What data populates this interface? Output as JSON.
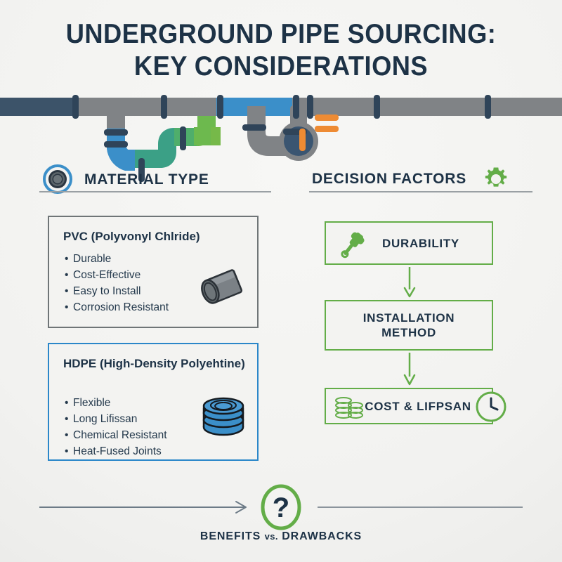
{
  "page": {
    "background_color": "#f4f4f2",
    "title_lines": [
      "UNDERGROUND PIPE SOURCING:",
      "KEY CONSIDERATIONS"
    ],
    "text_color": "#1d3246"
  },
  "palette": {
    "navy": "#3c5369",
    "dark_navy": "#1d3246",
    "gray_pipe": "#808386",
    "blue": "#3b8fc9",
    "green": "#63ad48",
    "teal": "#3ca585",
    "orange": "#ee8b33",
    "light_bg": "#f3f3f1",
    "rule_gray": "#9aa0a4"
  },
  "pipe_illustration": {
    "description": "horizontal underground pipe run with branches, couplings, elbows and a gauge valve",
    "segments": [
      {
        "name": "main-run-navy",
        "color": "#3c5369"
      },
      {
        "name": "main-run-gray",
        "color": "#808386"
      },
      {
        "name": "main-run-blue",
        "color": "#3b8fc9"
      },
      {
        "name": "branch-blue-elbow",
        "color": "#3b8fc9"
      },
      {
        "name": "branch-teal-s-bend",
        "color": "#3ca585"
      },
      {
        "name": "branch-green-riser",
        "color": "#76b949"
      },
      {
        "name": "branch-gray-elbow",
        "color": "#808386"
      },
      {
        "name": "valve-gauge",
        "color": "#3c5369"
      }
    ],
    "couplings_navy": "#2f4459",
    "couplings_orange": "#ee8b33"
  },
  "sections": {
    "material": {
      "title": "MATERIAL TYPE",
      "icon": "pipe-cross-section-icon",
      "icon_ring_color": "#3b8fc9"
    },
    "decision": {
      "title": "DECISION FACTORS",
      "icon": "gear-icon",
      "icon_color": "#63ad48"
    }
  },
  "material_cards": [
    {
      "id": "pvc",
      "title": "PVC (Polyvonyl Chlride)",
      "border_color": "#6f7577",
      "icon": "pipe-segment-icon",
      "bullets": [
        "Durable",
        "Cost-Effective",
        "Easy to Install",
        "Corrosion Resistant"
      ]
    },
    {
      "id": "hdpe",
      "title": "HDPE (High-Density Polyehtine)",
      "border_color": "#2b87c9",
      "icon": "coiled-pipe-roll-icon",
      "bullets": [
        "Flexible",
        "Long Lifissan",
        "Chemical Resistant",
        "Heat-Fused Joints"
      ]
    }
  ],
  "decision_flow": {
    "box_border_color": "#63ad48",
    "arrow_color": "#63ad48",
    "steps": [
      {
        "id": "durability",
        "label": "DURABILITY",
        "icon": "mallet-icon",
        "icon_position": "left"
      },
      {
        "id": "installation",
        "label": "INSTALLATION\nMETHOD",
        "icon": null,
        "icon_position": null
      },
      {
        "id": "cost",
        "label": "COST & LIFPSAN",
        "icon": "coin-stacks-icon",
        "icon_position": "left",
        "icon_right": "clock-icon"
      }
    ]
  },
  "footer": {
    "label_main": "BENEFITS",
    "label_vs": "vs.",
    "label_sub": "DRAWBACKS",
    "icon": "question-mark-circle-icon",
    "icon_ring_color": "#63ad48",
    "arrow_color": "#6d7b87",
    "rule_color": "#8b949c"
  }
}
